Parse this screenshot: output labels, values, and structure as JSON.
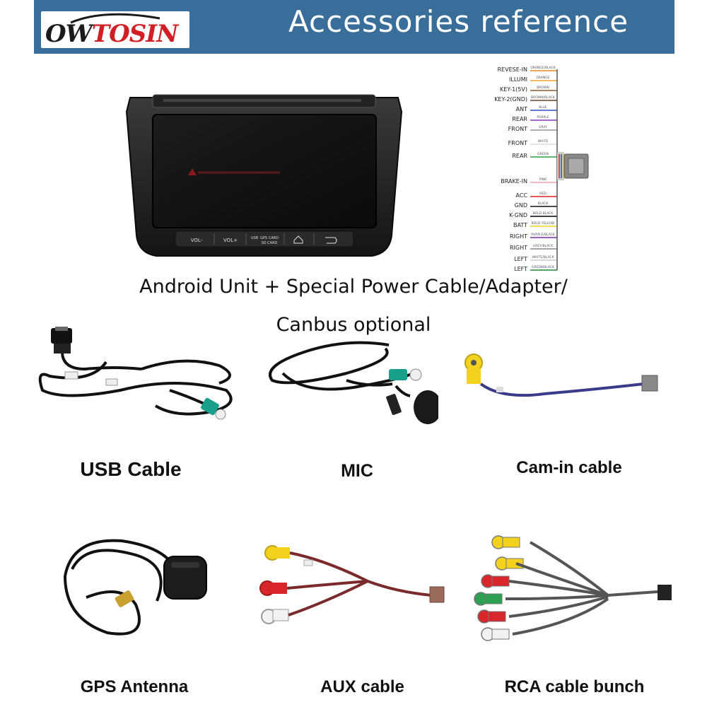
{
  "header": {
    "logo_text_main": "OW",
    "logo_text_accent": "TOSIN",
    "title": "Accessories reference"
  },
  "head_unit": {
    "buttons": [
      "VOL-",
      "VOL+",
      "USB",
      "GPS CARD",
      "SD CARD"
    ],
    "caption_line1": "Android Unit + Special Power Cable/Adapter/",
    "caption_line2": "Canbus optional"
  },
  "wiring": {
    "pins": [
      {
        "name": "REVESE-IN",
        "color_label": "ORANGE/BLACK",
        "color": "#e8892a"
      },
      {
        "name": "ILLUMI",
        "color_label": "ORANGE",
        "color": "#f0a030"
      },
      {
        "name": "KEY-1(5V)",
        "color_label": "BROWN",
        "color": "#8a5a2b"
      },
      {
        "name": "KEY-2(GND)",
        "color_label": "BROWN/BLACK",
        "color": "#6b4420"
      },
      {
        "name": "ANT",
        "color_label": "BLUE",
        "color": "#2a4fd0"
      },
      {
        "name": "REAR",
        "color_label": "PURPLE",
        "color": "#8a3ac0"
      },
      {
        "name": "FRONT",
        "color_label": "GRAY",
        "color": "#9a9a9a"
      },
      {
        "name": "FRONT",
        "color_label": "WHITE",
        "color": "#dddddd"
      },
      {
        "name": "REAR",
        "color_label": "GREEN",
        "color": "#2aa040"
      },
      {
        "name": "BRAKE-IN",
        "color_label": "PINK",
        "color": "#f2a0b0"
      },
      {
        "name": "ACC",
        "color_label": "RED",
        "color": "#e02020"
      },
      {
        "name": "GND",
        "color_label": "BLACK",
        "color": "#111111"
      },
      {
        "name": "K-GND",
        "color_label": "BOLD BLACK",
        "color": "#000000"
      },
      {
        "name": "BATT",
        "color_label": "BOLD YELLOW",
        "color": "#f0d020"
      },
      {
        "name": "RIGHT",
        "color_label": "PURPLE/BLACK",
        "color": "#7a2ab0"
      },
      {
        "name": "RIGHT",
        "color_label": "GREY/BLACK",
        "color": "#888888"
      },
      {
        "name": "LEFT",
        "color_label": "WHITE/BLACK",
        "color": "#cccccc"
      },
      {
        "name": "LEFT",
        "color_label": "GREEN/BLACK",
        "color": "#1f8a34"
      }
    ]
  },
  "accessories": {
    "usb": "USB Cable",
    "mic": "MIC",
    "cam": "Cam-in cable",
    "gps": "GPS Antenna",
    "aux": "AUX cable",
    "rca": "RCA cable bunch"
  },
  "colors": {
    "header_bg": "#3a6e9a",
    "logo_accent": "#d21f26",
    "rca_yellow": "#f2d21c",
    "rca_red": "#d8262a",
    "rca_white": "#f2f2f2",
    "rca_green": "#2aa050"
  }
}
